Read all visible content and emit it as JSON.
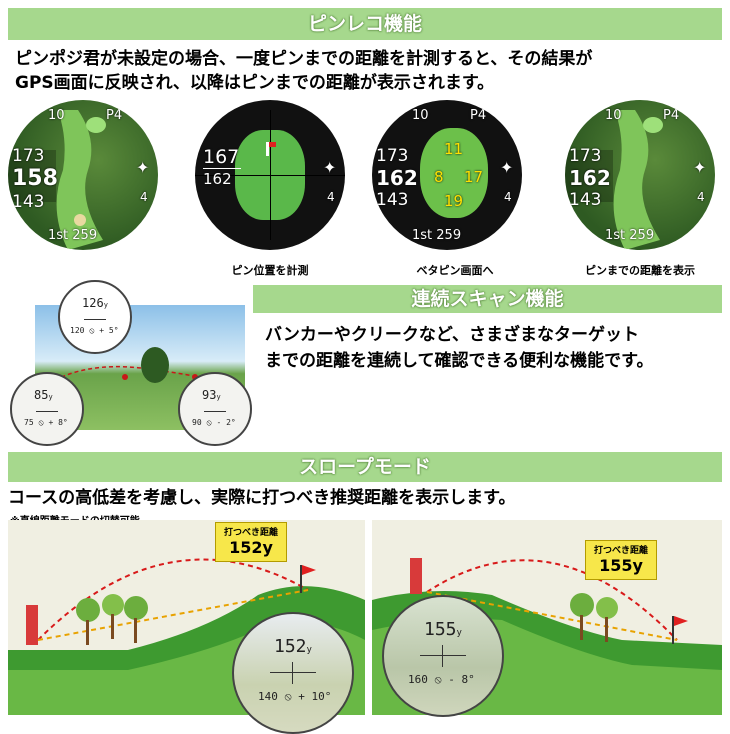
{
  "section1": {
    "title": "ピンレコ機能",
    "line1": "ピンポジ君が未設定の場合、一度ピンまでの距離を計測すると、その結果が",
    "line2": "GPS画面に反映され、以降はピンまでの距離が表示されます。",
    "watch1": {
      "hole": "10",
      "par": "P4",
      "d1": "173",
      "d2": "158",
      "d3": "143",
      "r1": "4",
      "shot": "1st 259"
    },
    "watch2": {
      "d1": "167",
      "d2": "162",
      "r1": "4"
    },
    "watch3": {
      "hole": "10",
      "par": "P4",
      "d1": "173",
      "d2": "162",
      "d3": "143",
      "top": "11",
      "left": "8",
      "right": "17",
      "bottom": "19",
      "r1": "4",
      "shot": "1st 259"
    },
    "watch4": {
      "hole": "10",
      "par": "P4",
      "d1": "173",
      "d2": "162",
      "d3": "143",
      "r1": "4",
      "shot": "1st 259"
    },
    "caption2": "ピン位置を計測",
    "caption3": "ベタピン画面へ",
    "caption4": "ピンまでの距離を表示"
  },
  "section2": {
    "title": "連続スキャン機能",
    "line1": "バンカーやクリークなど、さまざまなターゲット",
    "line2": "までの距離を連続して確認できる便利な機能です。",
    "scopeTop": {
      "dist": "126",
      "unit": "y",
      "sub": "120 ⦸ + 5°"
    },
    "scopeLeft": {
      "dist": "85",
      "unit": "y",
      "sub": "75 ⦸ + 8°"
    },
    "scopeRight": {
      "dist": "93",
      "unit": "y",
      "sub": "90 ⦸ - 2°"
    }
  },
  "section3": {
    "title": "スロープモード",
    "line1": "コースの高低差を考慮し、実際に打つべき推奨距離を表示します。",
    "note": "※直線距離モードの切替可能",
    "callout1": {
      "label": "打つべき距離",
      "value": "152y"
    },
    "callout2": {
      "label": "打つべき距離",
      "value": "155y"
    },
    "scope1": {
      "dist": "152",
      "unit": "y",
      "sub": "140 ⦸ + 10°"
    },
    "scope2": {
      "dist": "155",
      "unit": "y",
      "sub": "160 ⦸ - 8°"
    }
  }
}
